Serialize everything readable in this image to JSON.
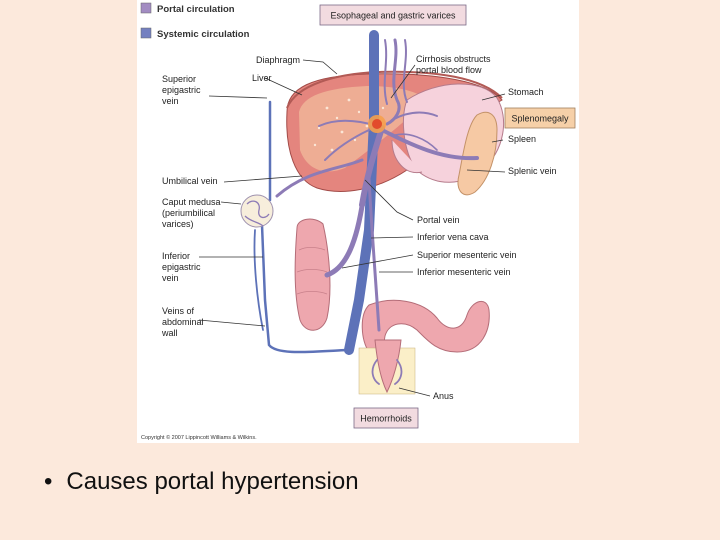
{
  "legend": {
    "portal_label": "Portal circulation",
    "systemic_label": "Systemic circulation",
    "portal_color": "#a28cc2",
    "systemic_color": "#7480c0"
  },
  "boxes": {
    "varices": "Esophageal and gastric varices",
    "splenomegaly": "Splenomegaly",
    "hemorrhoids": "Hemorrhoids"
  },
  "labels": {
    "diaphragm": "Diaphragm",
    "liver": "Liver",
    "cirrhosis_line1": "Cirrhosis obstructs",
    "cirrhosis_line2": "portal blood flow",
    "stomach": "Stomach",
    "spleen": "Spleen",
    "splenic_vein": "Splenic vein",
    "sup_epigastric_line1": "Superior",
    "sup_epigastric_line2": "epigastric",
    "sup_epigastric_line3": "vein",
    "umbilical_vein": "Umbilical vein",
    "caput_line1": "Caput medusa",
    "caput_line2": "(periumbilical",
    "caput_line3": "varices)",
    "portal_vein": "Portal vein",
    "ivc": "Inferior vena cava",
    "smv": "Superior mesenteric vein",
    "imv": "Inferior mesenteric vein",
    "inf_epigastric_line1": "Inferior",
    "inf_epigastric_line2": "epigastric",
    "inf_epigastric_line3": "vein",
    "abdominal_line1": "Veins of",
    "abdominal_line2": "abdominal",
    "abdominal_line3": "wall",
    "anus": "Anus"
  },
  "copyright": "Copyright © 2007 Lippincott Williams & Wilkins.",
  "bullet": {
    "symbol": "•",
    "text": "Causes portal hypertension"
  }
}
